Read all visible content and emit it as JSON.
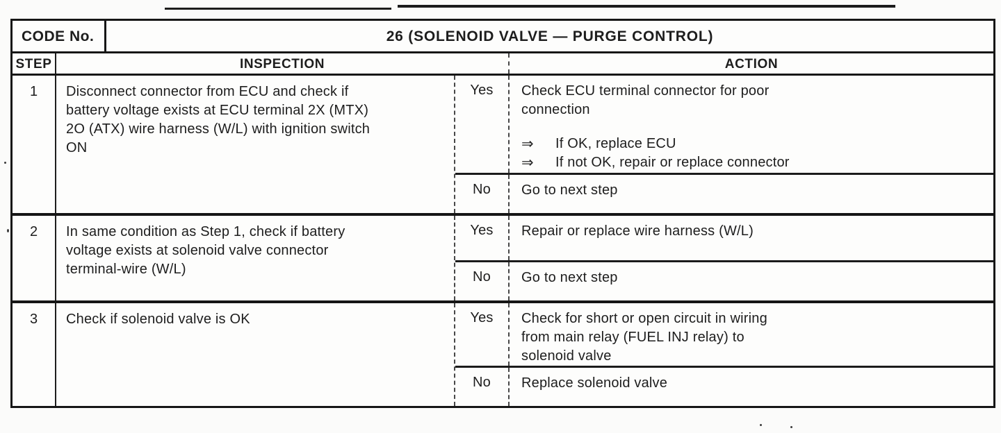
{
  "table": {
    "code_label": "CODE No.",
    "code_title": "26 (SOLENOID VALVE — PURGE CONTROL)",
    "headers": {
      "step": "STEP",
      "inspection": "INSPECTION",
      "action": "ACTION"
    },
    "arrow_icon": "⇒",
    "steps": [
      {
        "number": "1",
        "inspection": "Disconnect connector from ECU and check if\nbattery voltage exists at ECU terminal 2X (MTX)\n2O (ATX) wire harness (W/L) with ignition switch\nON",
        "yes": {
          "label": "Yes",
          "action": "Check ECU terminal connector for poor\nconnection",
          "sub_actions": [
            "If OK, replace ECU",
            "If not OK, repair or replace connector"
          ]
        },
        "no": {
          "label": "No",
          "action": "Go to next step"
        }
      },
      {
        "number": "2",
        "inspection": "In same condition as Step 1, check if battery\nvoltage exists at solenoid valve connector\nterminal-wire (W/L)",
        "yes": {
          "label": "Yes",
          "action": "Repair or replace wire harness (W/L)"
        },
        "no": {
          "label": "No",
          "action": "Go to next step"
        }
      },
      {
        "number": "3",
        "inspection": "Check if solenoid valve is OK",
        "yes": {
          "label": "Yes",
          "action": "Check for short or open circuit in wiring\nfrom main relay (FUEL INJ relay) to\nsolenoid valve"
        },
        "no": {
          "label": "No",
          "action": "Replace solenoid valve"
        }
      }
    ]
  }
}
